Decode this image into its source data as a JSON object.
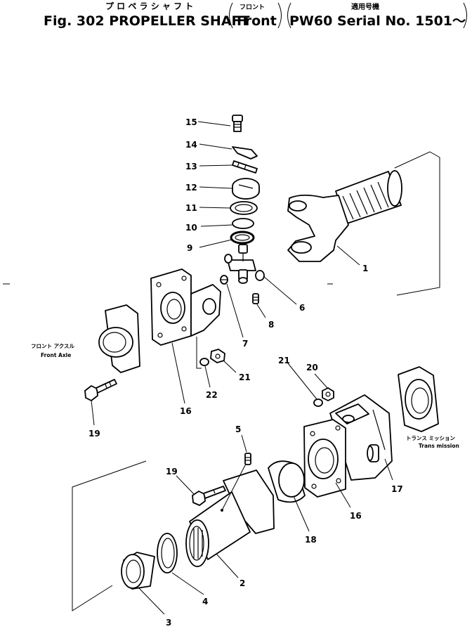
{
  "header": {
    "title_jp": "プ ロ ペ ラ シ ャ フ ト",
    "title": "Fig. 302  PROPELLER  SHAFT",
    "position_jp": "フロント",
    "position": "Front",
    "applicable_jp": "適用号機",
    "applicable": "PW60  Serial  No.  1501～"
  },
  "labels": {
    "front_axle_jp": "フロント アクスル",
    "front_axle": "Front  Axle",
    "transmission_jp": "トランス ミッション",
    "transmission": "Trans mission"
  },
  "callouts": {
    "c1": "1",
    "c2": "2",
    "c3": "3",
    "c4": "4",
    "c5": "5",
    "c6": "6",
    "c7": "7",
    "c8": "8",
    "c9": "9",
    "c10": "10",
    "c11": "11",
    "c12": "12",
    "c13": "13",
    "c14": "14",
    "c15": "15",
    "c16a": "16",
    "c16b": "16",
    "c17": "17",
    "c18": "18",
    "c19a": "19",
    "c19b": "19",
    "c20": "20",
    "c21a": "21",
    "c21b": "21",
    "c22": "22"
  }
}
